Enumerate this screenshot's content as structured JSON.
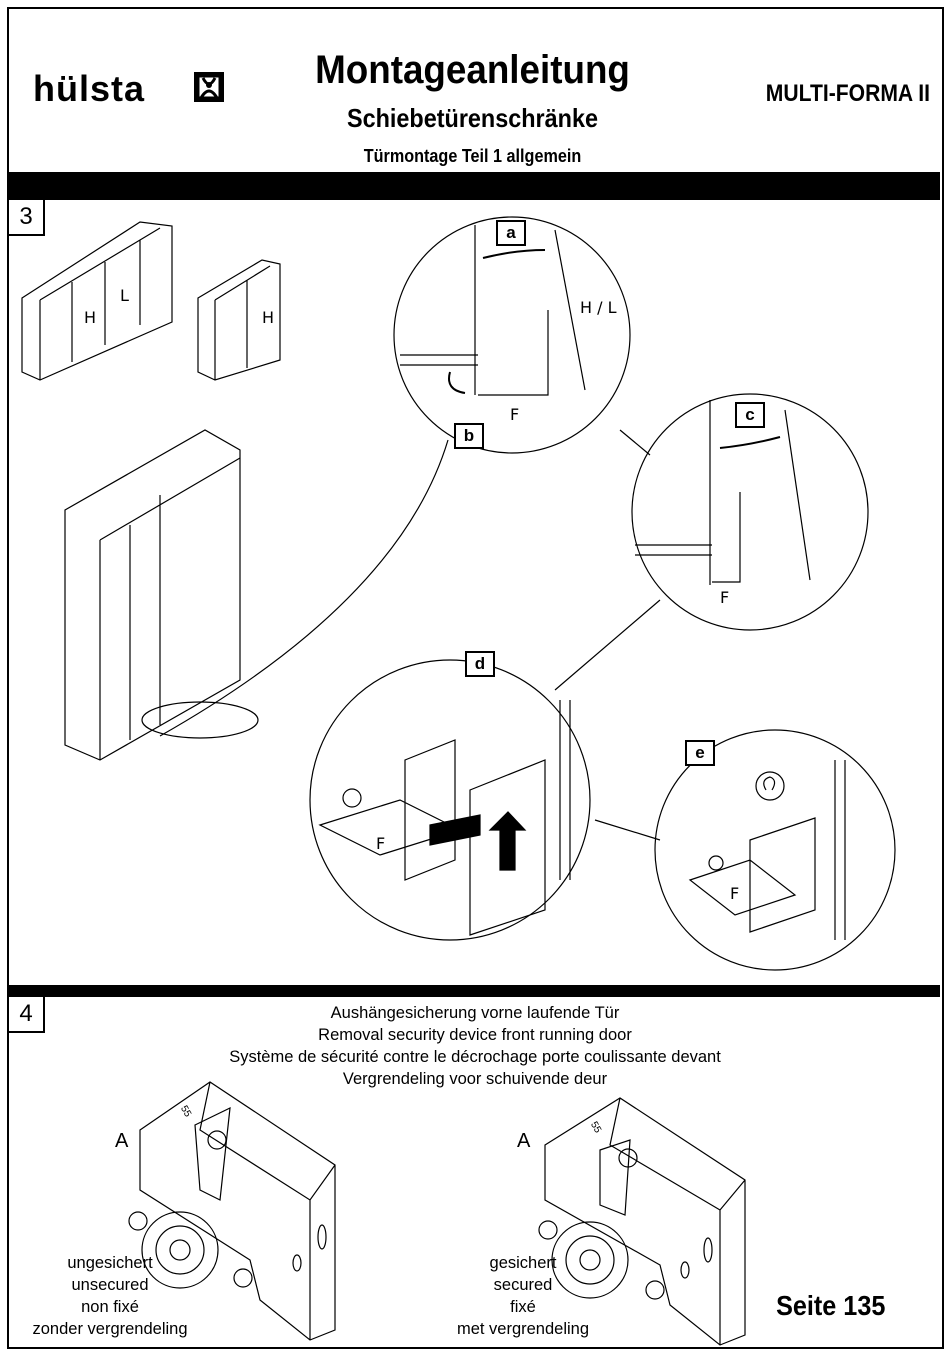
{
  "header": {
    "brand": "hülsta",
    "title": "Montageanleitung",
    "subtitle": "Schiebetürenschränke",
    "section_title": "Türmontage Teil 1 allgemein",
    "product": "MULTI-FORMA II"
  },
  "step3": {
    "number": "3",
    "panel_labels": {
      "h1": "H",
      "l": "L",
      "h2": "H"
    },
    "detail_labels": {
      "a": "a",
      "b": "b",
      "c": "c",
      "d": "d",
      "e": "e"
    },
    "door_label": "H / L",
    "fitting_label": "F"
  },
  "step4": {
    "number": "4",
    "captions": [
      "Aushängesicherung vorne laufende Tür",
      "Removal security device front running door",
      "Système de sécurité contre le décrochage porte coulissante devant",
      "Vergrendeling voor schuivende deur"
    ],
    "left": {
      "label": "A",
      "part_number": "55",
      "state": [
        "ungesichert",
        "unsecured",
        "non fixé",
        "zonder vergrendeling"
      ]
    },
    "right": {
      "label": "A",
      "part_number": "55",
      "state": [
        "gesichert",
        "secured",
        "fixé",
        "met vergrendeling"
      ]
    }
  },
  "footer": {
    "page": "Seite 135"
  }
}
